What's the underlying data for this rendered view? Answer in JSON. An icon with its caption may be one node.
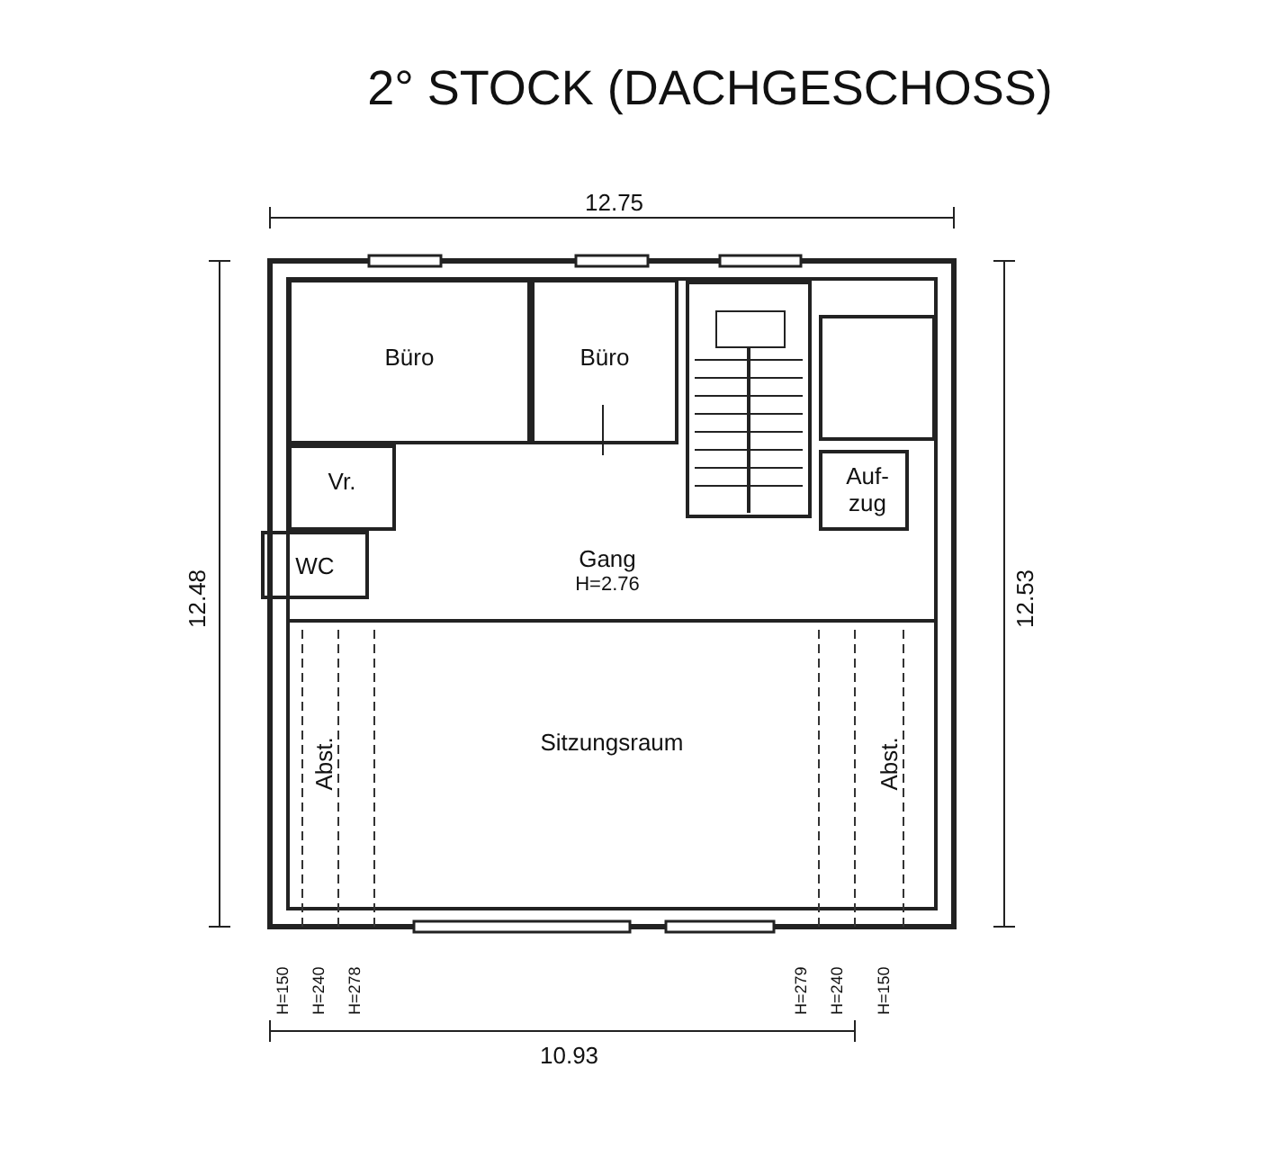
{
  "diagram": {
    "title": "2° STOCK (DACHGESCHOSS)",
    "nodes": [
      {
        "text": [
          "Büro"
        ]
      },
      {
        "text": [
          "Büro"
        ]
      },
      {
        "text": [],
        "shape": "box"
      },
      {
        "text": [
          "Vr."
        ]
      },
      {
        "text": [
          "Auf- zug"
        ]
      },
      {
        "text": [
          "WC"
        ]
      },
      {
        "text": [
          "Gang",
          "H=2.76"
        ]
      },
      {
        "text": [
          "Sitzungsraum"
        ]
      },
      {
        "text": [
          "Abst."
        ],
        "in": 7
      },
      {
        "text": [
          "Abst."
        ],
        "in": 7
      }
    ],
    "labels": [
      "12.75",
      "12.48",
      "12.53",
      "10.93",
      "H=150",
      "H=240",
      "H=278",
      "H=279",
      "H=240",
      "H=150"
    ]
  }
}
